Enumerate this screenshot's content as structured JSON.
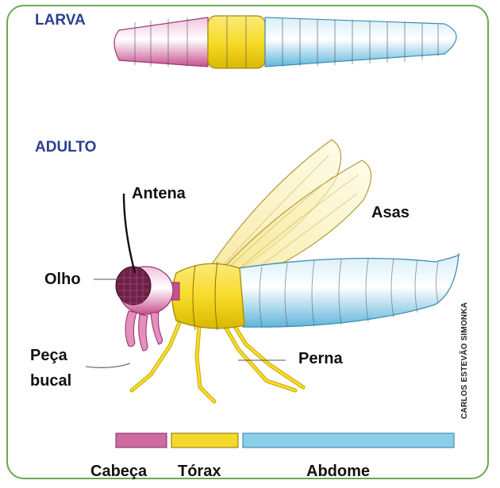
{
  "sections": {
    "larva": "LARVA",
    "adult": "ADULTO"
  },
  "labels": {
    "antenna": "Antena",
    "wings": "Asas",
    "eye": "Olho",
    "mouthpart_line1": "Peça",
    "mouthpart_line2": "bucal",
    "leg": "Perna"
  },
  "legend": [
    {
      "label": "Cabeça",
      "color": "#d06aa0"
    },
    {
      "label": "Tórax",
      "color": "#f4d92c"
    },
    {
      "label": "Abdome",
      "color": "#8ccfe8"
    }
  ],
  "credit": "CARLOS ESTEVÃO SIMONKA"
}
